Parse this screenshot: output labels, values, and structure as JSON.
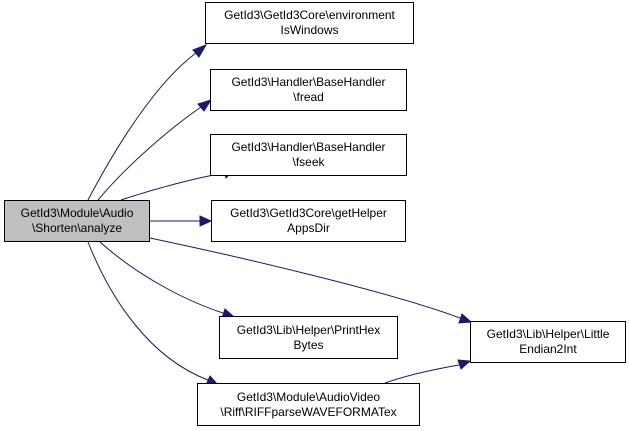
{
  "graph": {
    "colors": {
      "edge": "#191970",
      "node_border": "#000000",
      "current_fill": "#bfbfbf",
      "node_fill": "#ffffff"
    },
    "nodes": {
      "analyze": {
        "line1": "GetId3\\Module\\Audio",
        "line2": "\\Shorten\\analyze"
      },
      "environment": {
        "line1": "GetId3\\GetId3Core\\environment",
        "line2": "IsWindows"
      },
      "fread": {
        "line1": "GetId3\\Handler\\BaseHandler",
        "line2": "\\fread"
      },
      "fseek": {
        "line1": "GetId3\\Handler\\BaseHandler",
        "line2": "\\fseek"
      },
      "helper_apps": {
        "line1": "GetId3\\GetId3Core\\getHelper",
        "line2": "AppsDir"
      },
      "print_hex": {
        "line1": "GetId3\\Lib\\Helper\\PrintHex",
        "line2": "Bytes"
      },
      "riff_parse": {
        "line1": "GetId3\\Module\\AudioVideo",
        "line2": "\\Riff\\RIFFparseWAVEFORMATex"
      },
      "little_endian": {
        "line1": "GetId3\\Lib\\Helper\\Little",
        "line2": "Endian2Int"
      }
    },
    "edges": [
      {
        "from": "analyze",
        "to": "environment"
      },
      {
        "from": "analyze",
        "to": "fread"
      },
      {
        "from": "analyze",
        "to": "fseek"
      },
      {
        "from": "analyze",
        "to": "helper_apps"
      },
      {
        "from": "analyze",
        "to": "little_endian"
      },
      {
        "from": "analyze",
        "to": "print_hex"
      },
      {
        "from": "analyze",
        "to": "riff_parse"
      },
      {
        "from": "riff_parse",
        "to": "little_endian"
      }
    ]
  }
}
